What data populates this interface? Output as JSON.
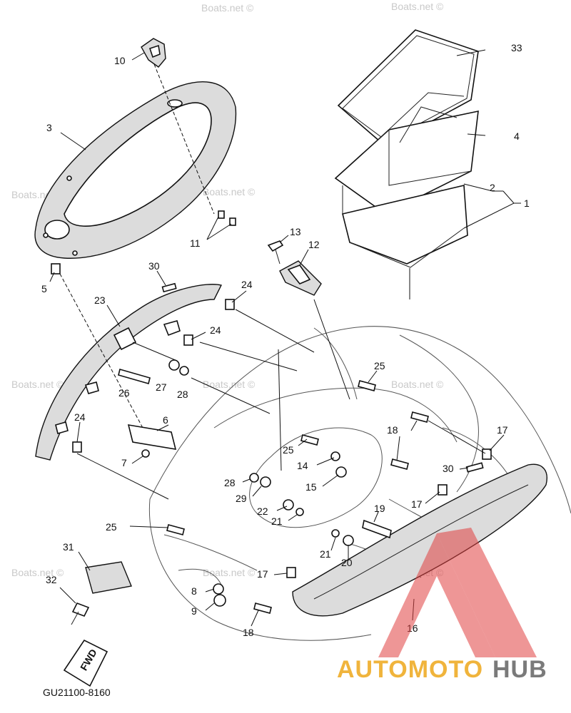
{
  "diagram_code": "GU21100-8160",
  "fwd_label": "FWD",
  "brand": {
    "part1": "AUTOMOTO",
    "part2": "HUB",
    "color1": "#f0b43c",
    "color2": "#7a7a7a",
    "triangle_color": "#e04040"
  },
  "watermark_text": "Boats.net ©",
  "callouts": {
    "c1": "1",
    "c2": "2",
    "c3": "3",
    "c4": "4",
    "c5": "5",
    "c6": "6",
    "c7": "7",
    "c8": "8",
    "c9": "9",
    "c10": "10",
    "c11": "11",
    "c12": "12",
    "c13": "13",
    "c14": "14",
    "c15": "15",
    "c16": "16",
    "c17a": "17",
    "c17b": "17",
    "c17c": "17",
    "c18a": "18",
    "c18b": "18",
    "c19": "19",
    "c20": "20",
    "c21a": "21",
    "c21b": "21",
    "c22": "22",
    "c23": "23",
    "c24a": "24",
    "c24b": "24",
    "c24c": "24",
    "c25a": "25",
    "c25b": "25",
    "c25c": "25",
    "c26": "26",
    "c27": "27",
    "c28a": "28",
    "c28b": "28",
    "c29": "29",
    "c30a": "30",
    "c30b": "30",
    "c31": "31",
    "c32": "32",
    "c33": "33"
  }
}
